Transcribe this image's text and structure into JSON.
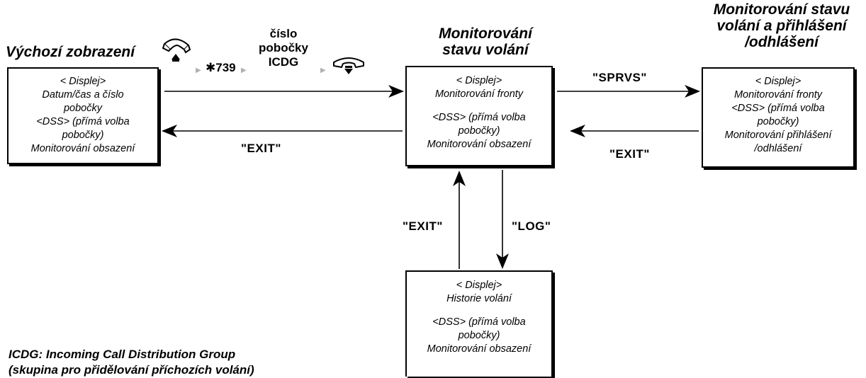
{
  "titles": {
    "left": "Výchozí zobrazení",
    "center_line1": "Monitorování",
    "center_line2": "stavu volání",
    "right_line1": "Monitorování stavu",
    "right_line2": "volání a přihlášení",
    "right_line3": "/odhlášení"
  },
  "sequence": {
    "code": "✱739",
    "ext_line1": "číslo",
    "ext_line2": "pobočky",
    "ext_line3": "ICDG"
  },
  "boxes": {
    "initial": [
      "< Displej>",
      "Datum/čas a číslo",
      "pobočky",
      "<DSS> (přímá volba",
      "pobočky)",
      "Monitorování obsazení"
    ],
    "monitor": [
      "< Displej>",
      "Monitorování fronty",
      "",
      "<DSS> (přímá volba",
      "pobočky)",
      "Monitorování obsazení"
    ],
    "login": [
      "< Displej>",
      "Monitorování fronty",
      "<DSS> (přímá volba",
      "pobočky)",
      "Monitorování přihlášení",
      "/odhlášení"
    ],
    "history": [
      "< Displej>",
      "Historie volání",
      "",
      "<DSS> (přímá volba",
      "pobočky)",
      "Monitorování obsazení"
    ]
  },
  "arrow_labels": {
    "sprvs": "\"SPRVS\"",
    "exit_left": "\"EXIT\"",
    "exit_right": "\"EXIT\"",
    "exit_bottom": "\"EXIT\"",
    "log": "\"LOG\""
  },
  "footnote": {
    "line1": "ICDG: Incoming Call Distribution Group",
    "line2": "(skupina pro přidělování příchozích volání)"
  },
  "icons": [
    "handset-offhook-icon",
    "handset-onhook-icon",
    "play-triangle-icon"
  ]
}
